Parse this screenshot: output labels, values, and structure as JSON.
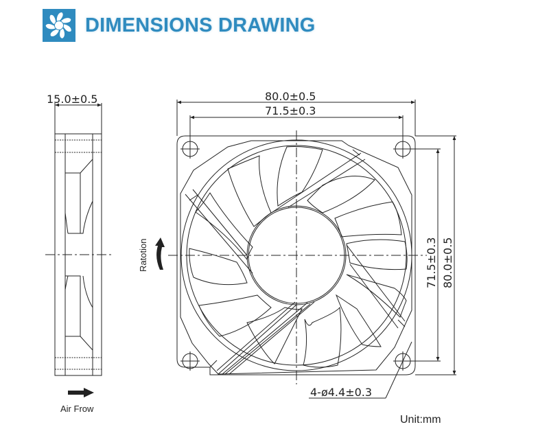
{
  "header": {
    "title": "DIMENSIONS DRAWING",
    "logo_icon": "fan-icon",
    "accent_color": "#2f8bbf"
  },
  "side_view": {
    "thickness_dimension": "15.0±0.5",
    "airflow_label": "Air Frow",
    "airflow_icon": "arrow-right-icon"
  },
  "front_view": {
    "overall_width": "80.0±0.5",
    "hole_spacing_width": "71.5±0.3",
    "overall_height": "80.0±0.5",
    "hole_spacing_height": "71.5±0.3",
    "mounting_holes": "4-ø4.4±0.3",
    "rotation_label": "Ratotion",
    "rotation_icon": "curved-arrow-icon"
  },
  "footer": {
    "unit": "Unit:mm"
  }
}
